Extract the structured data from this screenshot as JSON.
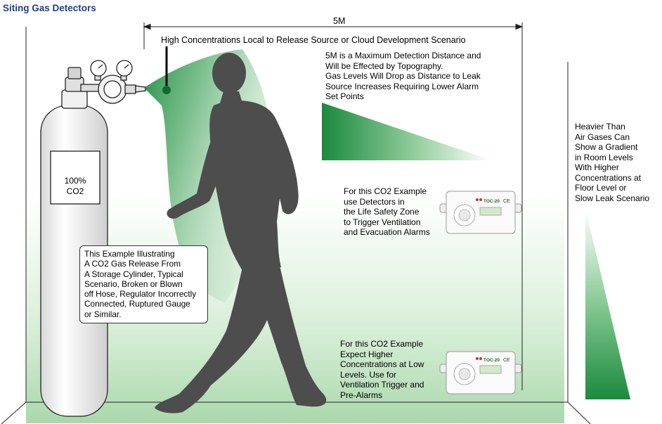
{
  "title": "Siting Gas Detectors",
  "distance_label": "5M",
  "high_concentration_text": "High Concentrations Local to Release Source or Cloud Development Scenario",
  "max_distance_text": "5M is a Maximum Detection Distance and\nWill be Effected by Topography.\nGas Levels Will Drop as Distance to Leak\nSource Increases Requiring Lower Alarm\nSet Points",
  "heavier_gases_text": "Heavier Than\nAir Gases Can\nShow a Gradient\nin Room Levels\nWith Higher\nConcentrations at\nFloor Level or\nSlow Leak Scenario",
  "cylinder_label": "100%\nCO2",
  "example_box_text": "This Example Illustrating\nA CO2 Gas Release From\nA Storage Cylinder, Typical\nScenario, Broken or Blown\noff Hose, Regulator Incorrectly\nConnected, Ruptured Gauge\nor Similar.",
  "life_safety_note": "For this CO2 Example\nuse Detectors in\nthe Life Safety Zone\nto Trigger Ventilation\nand Evacuation Alarms",
  "low_level_note": "For this CO2 Example\nExpect Higher\nConcentrations at Low\nLevels. Use for\nVentilation Trigger and\nPre-Alarms",
  "detector": {
    "brand": "TOC-20",
    "mark": "CE"
  },
  "colors": {
    "title": "#1d3f8a",
    "gas_green": "#1a8a3e",
    "silhouette": "#4d4d4d",
    "cylinder_outline": "#222222"
  }
}
